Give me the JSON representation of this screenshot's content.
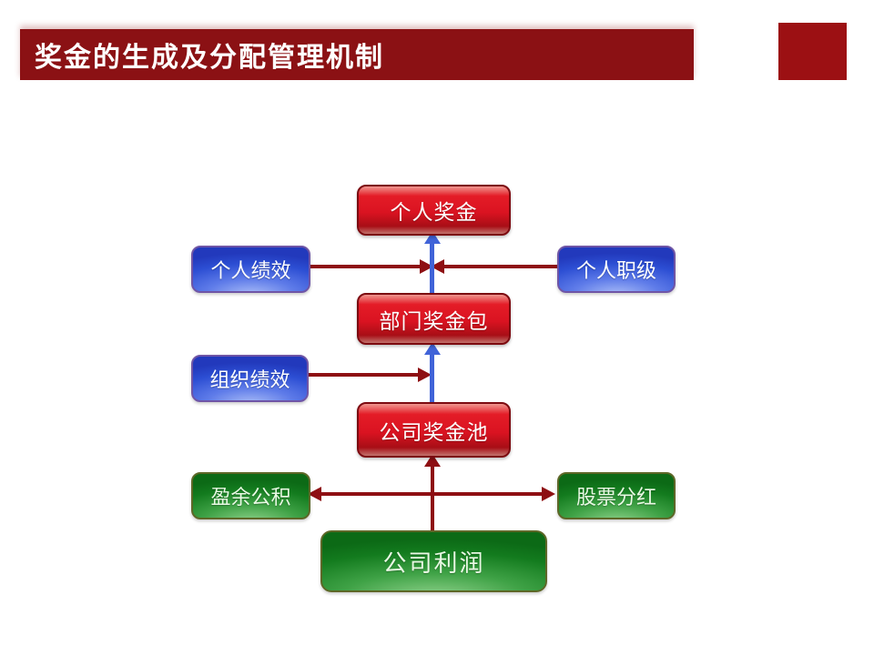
{
  "slide": {
    "title": "奖金的生成及分配管理机制"
  },
  "colors": {
    "header_bg": "#8B1114",
    "accent_square": "#9C1013",
    "red_arrow": "#8E0F13",
    "blue_arrow": "#4063D8",
    "red_node": "#DA1321",
    "blue_node": "#2C4ED3",
    "green_node": "#137B1E"
  },
  "diagram": {
    "nodes": [
      {
        "id": "personal-bonus",
        "label": "个人奖金",
        "type": "red"
      },
      {
        "id": "personal-performance",
        "label": "个人绩效",
        "type": "blue"
      },
      {
        "id": "personal-rank",
        "label": "个人职级",
        "type": "blue"
      },
      {
        "id": "department-bonus-pack",
        "label": "部门奖金包",
        "type": "red"
      },
      {
        "id": "org-performance",
        "label": "组织绩效",
        "type": "blue"
      },
      {
        "id": "company-bonus-pool",
        "label": "公司奖金池",
        "type": "red"
      },
      {
        "id": "surplus-reserve",
        "label": "盈余公积",
        "type": "green"
      },
      {
        "id": "stock-dividend",
        "label": "股票分红",
        "type": "green"
      },
      {
        "id": "company-profit",
        "label": "公司利润",
        "type": "green"
      }
    ],
    "arrows": [
      {
        "from": "department-bonus-pack",
        "to": "personal-bonus",
        "color": "blue",
        "direction": "up"
      },
      {
        "from": "company-bonus-pool",
        "to": "department-bonus-pack",
        "color": "blue",
        "direction": "up"
      },
      {
        "from": "company-profit",
        "to": "company-bonus-pool",
        "color": "red",
        "direction": "up"
      },
      {
        "from": "personal-performance",
        "to": "center-flow",
        "color": "red",
        "direction": "right"
      },
      {
        "from": "personal-rank",
        "to": "center-flow",
        "color": "red",
        "direction": "left"
      },
      {
        "from": "org-performance",
        "to": "center-flow",
        "color": "red",
        "direction": "right"
      },
      {
        "from": "company-profit",
        "to": "surplus-reserve",
        "color": "red",
        "direction": "left"
      },
      {
        "from": "company-profit",
        "to": "stock-dividend",
        "color": "red",
        "direction": "right"
      }
    ]
  }
}
